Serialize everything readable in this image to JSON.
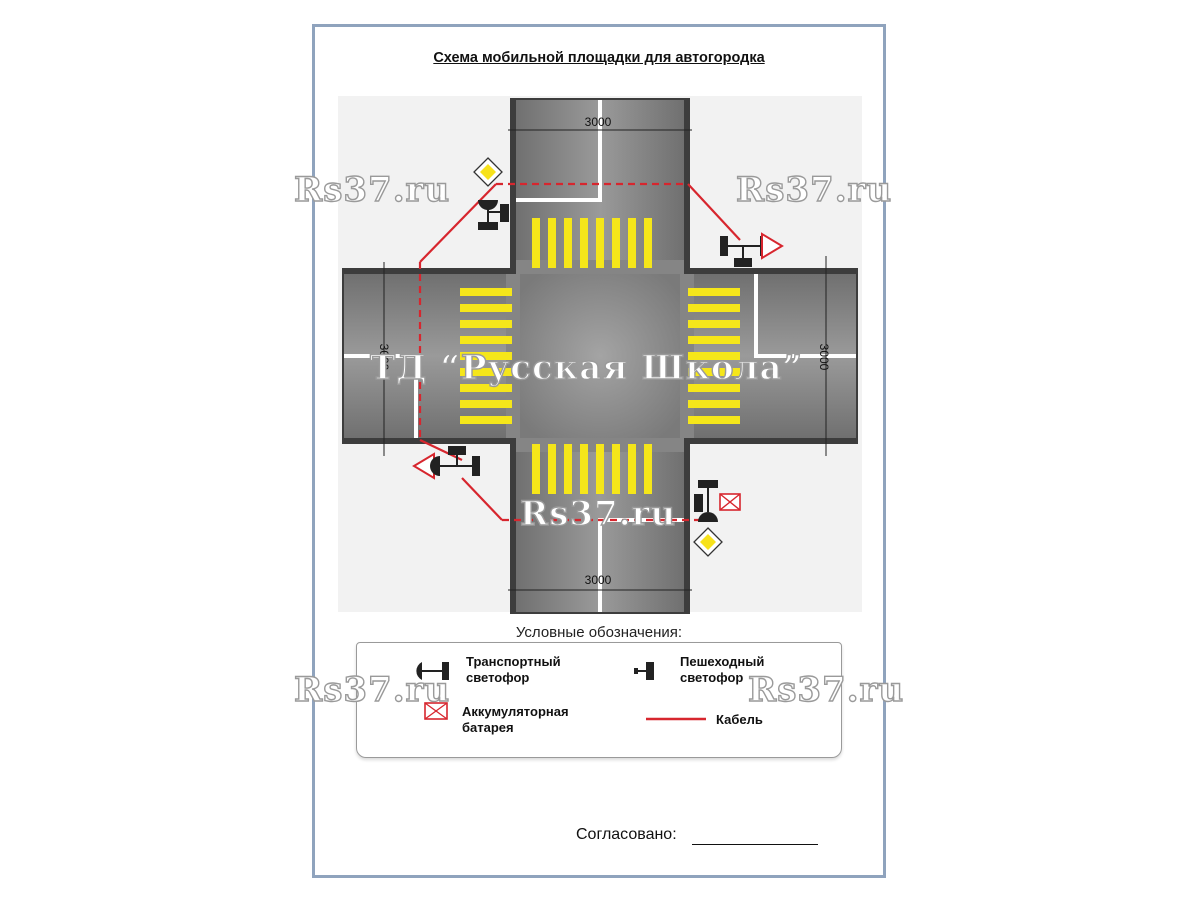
{
  "title": "Схема мобильной площадки для автогородка",
  "dimensions": {
    "top": "3000",
    "bottom": "3000",
    "left": "3000",
    "right": "3000"
  },
  "legend": {
    "heading": "Условные обозначения:",
    "items": [
      {
        "icon": "traffic-light-icon",
        "label_line1": "Транспортный",
        "label_line2": "светофор"
      },
      {
        "icon": "pedestrian-light-icon",
        "label_line1": "Пешеходный",
        "label_line2": "светофор"
      },
      {
        "icon": "battery-icon",
        "label_line1": "Аккумуляторная",
        "label_line2": "батарея"
      },
      {
        "icon": "cable-icon",
        "label_line1": "Кабель",
        "label_line2": ""
      }
    ]
  },
  "approval": {
    "label": "Согласовано:"
  },
  "watermarks": {
    "site": "Rs37.ru",
    "company": "ТД “Русская Школа”"
  },
  "colors": {
    "road": "#8a8a8a",
    "crosswalk": "#f5e61a",
    "cable": "#d7262e",
    "sign_yellow": "#f7e21a",
    "sign_red": "#d7262e",
    "frame": "#8fa3bd"
  }
}
